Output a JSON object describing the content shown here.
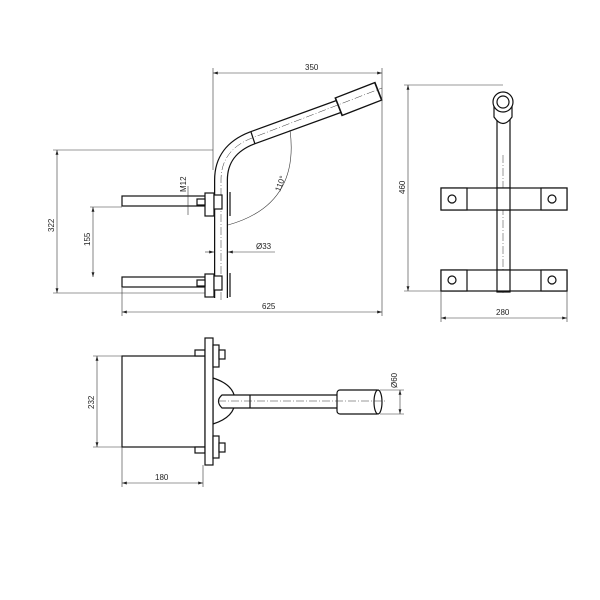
{
  "drawing": {
    "front_view": {
      "dim_width_top": "350",
      "dim_height": "322",
      "dim_bracket_spacing": "155",
      "thread": "M12",
      "angle": "110°",
      "pipe_diameter": "Ø33",
      "dim_width_total": "625"
    },
    "side_view": {
      "dim_height": "460",
      "dim_width": "280"
    },
    "top_view": {
      "dim_height": "232",
      "dim_depth": "180",
      "sleeve_diameter": "Ø60"
    }
  }
}
